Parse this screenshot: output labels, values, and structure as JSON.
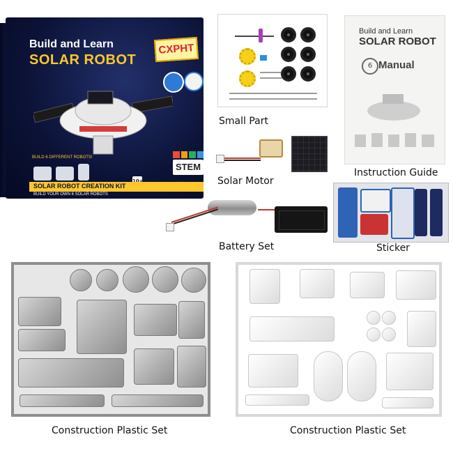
{
  "box": {
    "title_line1": "Build and Learn",
    "title_line2": "SOLAR ROBOT",
    "brand": "CXPHT",
    "stem": "STEM",
    "strip": "SOLAR ROBOT CREATION KIT",
    "sub": "BUILD YOUR OWN 6 SOLAR ROBOTS",
    "build_note": "BUILD 6 DIFFERENT ROBOTS!",
    "age": "10+"
  },
  "manual": {
    "line1": "Build and Learn",
    "line2": "SOLAR ROBOT",
    "badge": "6",
    "title": "Manual"
  },
  "captions": {
    "small_part": "Small Part",
    "solar_motor": "Solar Motor",
    "battery_set": "Battery Set",
    "instruction_guide": "Instruction Guide",
    "sticker": "Sticker",
    "construction_left": "Construction Plastic Set",
    "construction_right": "Construction Plastic Set"
  },
  "colors": {
    "box_navy": "#0b1236",
    "box_yellow": "#ffc72c",
    "grey_plastic": "#9a9a9a",
    "white_plastic": "#f3f3f3",
    "stem_colors": [
      "#e74c3c",
      "#f39c12",
      "#27ae60",
      "#3498db"
    ]
  }
}
